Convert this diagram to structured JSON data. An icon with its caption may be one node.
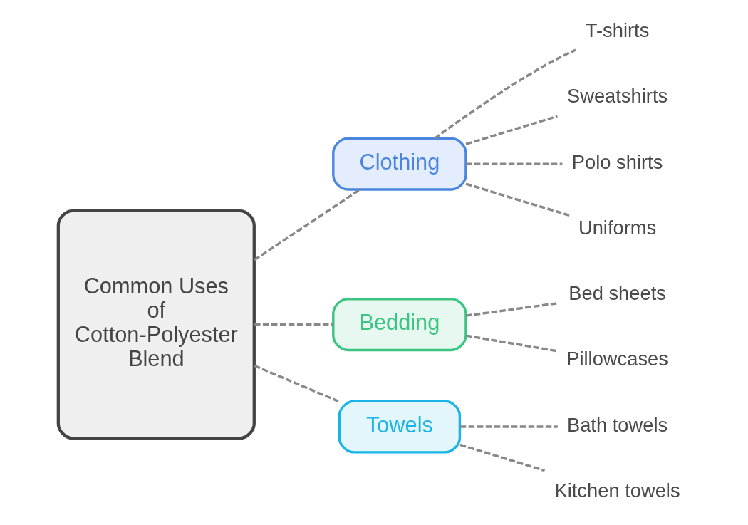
{
  "diagram": {
    "nodes": [
      {
        "text": [
          "Common Uses of Cotton-Polyester Blend"
        ]
      },
      {
        "text": [
          "Clothing"
        ]
      },
      {
        "text": [
          "T-shirts"
        ]
      },
      {
        "text": [
          "Sweatshirts"
        ]
      },
      {
        "text": [
          "Polo shirts"
        ]
      },
      {
        "text": [
          "Uniforms"
        ]
      },
      {
        "text": [
          "Bedding"
        ]
      },
      {
        "text": [
          "Bed sheets"
        ]
      },
      {
        "text": [
          "Pillowcases"
        ]
      },
      {
        "text": [
          "Towels"
        ]
      },
      {
        "text": [
          "Bath towels"
        ]
      },
      {
        "text": [
          "Kitchen towels"
        ]
      }
    ],
    "edges": [
      {
        "from": 0,
        "to": 1,
        "arrow": "none",
        "style": "dashed"
      },
      {
        "from": 1,
        "to": 2,
        "arrow": "none",
        "style": "dashed"
      },
      {
        "from": 1,
        "to": 3,
        "arrow": "none",
        "style": "dashed"
      },
      {
        "from": 1,
        "to": 4,
        "arrow": "none",
        "style": "dashed"
      },
      {
        "from": 1,
        "to": 5,
        "arrow": "none",
        "style": "dashed"
      },
      {
        "from": 0,
        "to": 6,
        "arrow": "none",
        "style": "dashed"
      },
      {
        "from": 6,
        "to": 7,
        "arrow": "none",
        "style": "dashed"
      },
      {
        "from": 6,
        "to": 8,
        "arrow": "none",
        "style": "dashed"
      },
      {
        "from": 0,
        "to": 9,
        "arrow": "none",
        "style": "dashed"
      },
      {
        "from": 9,
        "to": 10,
        "arrow": "none",
        "style": "dashed"
      },
      {
        "from": 9,
        "to": 11,
        "arrow": "none",
        "style": "dashed"
      }
    ]
  }
}
